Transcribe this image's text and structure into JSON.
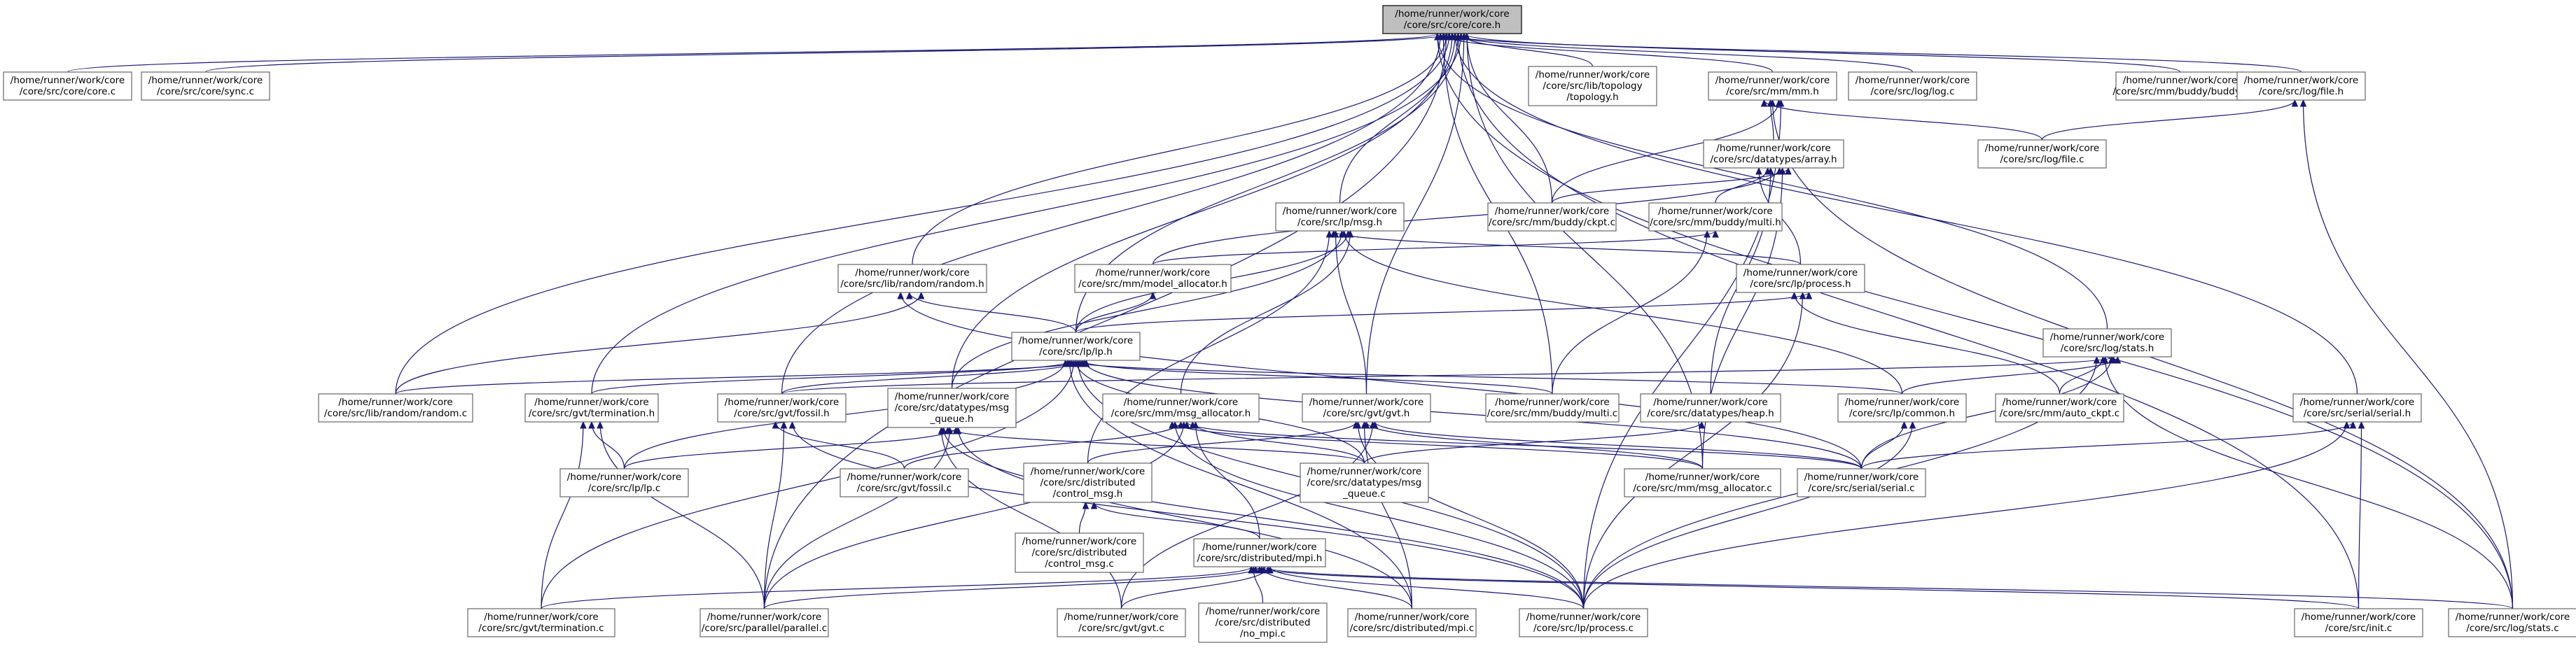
{
  "graph": {
    "type": "include-dependency-graph",
    "edge_color": "#191970",
    "root_fill": "#bfbfbf",
    "nodes": {
      "core_h": [
        "/home/runner/work/core",
        "/core/src/core/core.h"
      ],
      "core_c": [
        "/home/runner/work/core",
        "/core/src/core/core.c"
      ],
      "sync_c": [
        "/home/runner/work/core",
        "/core/src/core/sync.c"
      ],
      "topology_h": [
        "/home/runner/work/core",
        "/core/src/lib/topology",
        "/topology.h"
      ],
      "mm_h": [
        "/home/runner/work/core",
        "/core/src/mm/mm.h"
      ],
      "log_c": [
        "/home/runner/work/core",
        "/core/src/log/log.c"
      ],
      "buddy_c": [
        "/home/runner/work/core",
        "/core/src/mm/buddy/buddy.c"
      ],
      "file_h": [
        "/home/runner/work/core",
        "/core/src/log/file.h"
      ],
      "array_h": [
        "/home/runner/work/core",
        "/core/src/datatypes/array.h"
      ],
      "file_c": [
        "/home/runner/work/core",
        "/core/src/log/file.c"
      ],
      "msg_h": [
        "/home/runner/work/core",
        "/core/src/lp/msg.h"
      ],
      "ckpt_c": [
        "/home/runner/work/core",
        "/core/src/mm/buddy/ckpt.c"
      ],
      "multi_h": [
        "/home/runner/work/core",
        "/core/src/mm/buddy/multi.h"
      ],
      "random_h": [
        "/home/runner/work/core",
        "/core/src/lib/random/random.h"
      ],
      "model_allocator_h": [
        "/home/runner/work/core",
        "/core/src/mm/model_allocator.h"
      ],
      "process_h": [
        "/home/runner/work/core",
        "/core/src/lp/process.h"
      ],
      "lp_h": [
        "/home/runner/work/core",
        "/core/src/lp/lp.h"
      ],
      "stats_h": [
        "/home/runner/work/core",
        "/core/src/log/stats.h"
      ],
      "random_c": [
        "/home/runner/work/core",
        "/core/src/lib/random/random.c"
      ],
      "termination_h": [
        "/home/runner/work/core",
        "/core/src/gvt/termination.h"
      ],
      "fossil_h": [
        "/home/runner/work/core",
        "/core/src/gvt/fossil.h"
      ],
      "msg_queue_h": [
        "/home/runner/work/core",
        "/core/src/datatypes/msg",
        "_queue.h"
      ],
      "msg_allocator_h": [
        "/home/runner/work/core",
        "/core/src/mm/msg_allocator.h"
      ],
      "gvt_h": [
        "/home/runner/work/core",
        "/core/src/gvt/gvt.h"
      ],
      "multi_c": [
        "/home/runner/work/core",
        "/core/src/mm/buddy/multi.c"
      ],
      "heap_h": [
        "/home/runner/work/core",
        "/core/src/datatypes/heap.h"
      ],
      "common_h": [
        "/home/runner/work/core",
        "/core/src/lp/common.h"
      ],
      "auto_ckpt_c": [
        "/home/runner/work/core",
        "/core/src/mm/auto_ckpt.c"
      ],
      "serial_h": [
        "/home/runner/work/core",
        "/core/src/serial/serial.h"
      ],
      "lp_c": [
        "/home/runner/work/core",
        "/core/src/lp/lp.c"
      ],
      "fossil_c": [
        "/home/runner/work/core",
        "/core/src/gvt/fossil.c"
      ],
      "control_msg_h": [
        "/home/runner/work/core",
        "/core/src/distributed",
        "/control_msg.h"
      ],
      "msg_queue_c": [
        "/home/runner/work/core",
        "/core/src/datatypes/msg",
        "_queue.c"
      ],
      "msg_allocator_c": [
        "/home/runner/work/core",
        "/core/src/mm/msg_allocator.c"
      ],
      "serial_c": [
        "/home/runner/work/core",
        "/core/src/serial/serial.c"
      ],
      "control_msg_c": [
        "/home/runner/work/core",
        "/core/src/distributed",
        "/control_msg.c"
      ],
      "mpi_h": [
        "/home/runner/work/core",
        "/core/src/distributed/mpi.h"
      ],
      "termination_c": [
        "/home/runner/work/core",
        "/core/src/gvt/termination.c"
      ],
      "parallel_c": [
        "/home/runner/work/core",
        "/core/src/parallel/parallel.c"
      ],
      "gvt_c": [
        "/home/runner/work/core",
        "/core/src/gvt/gvt.c"
      ],
      "no_mpi_c": [
        "/home/runner/work/core",
        "/core/src/distributed",
        "/no_mpi.c"
      ],
      "mpi_c": [
        "/home/runner/work/core",
        "/core/src/distributed/mpi.c"
      ],
      "process_c": [
        "/home/runner/work/core",
        "/core/src/lp/process.c"
      ],
      "init_c": [
        "/home/runner/work/core",
        "/core/src/init.c"
      ],
      "stats_c": [
        "/home/runner/work/core",
        "/core/src/log/stats.c"
      ]
    }
  }
}
